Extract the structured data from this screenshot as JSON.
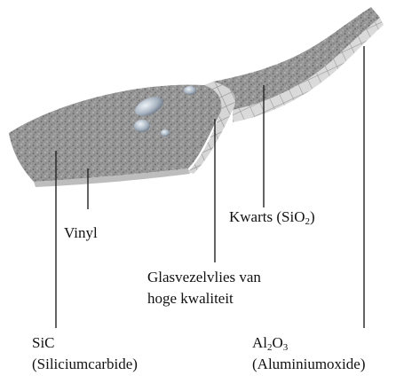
{
  "labels": {
    "kwarts": {
      "main": "Kwarts (SiO",
      "sub": "2",
      "tail": ")"
    },
    "vinyl": "Vinyl",
    "glasvezel_line1": "Glasvezelvlies van",
    "glasvezel_line2": "hoge kwaliteit",
    "sic_line1": "SiC",
    "sic_line2": "(Siliciumcarbide)",
    "al_part1": "Al",
    "al_sub1": "2",
    "al_part2": "O",
    "al_sub2": "3",
    "al_line2": "(Aluminiumoxide)"
  },
  "colors": {
    "surface": "#9a9a9a",
    "edge": "#cfcfcf",
    "grid": "#8f8f8f",
    "droplet": "#b9c3cf",
    "leader_line": "#222222",
    "text": "#111111"
  }
}
